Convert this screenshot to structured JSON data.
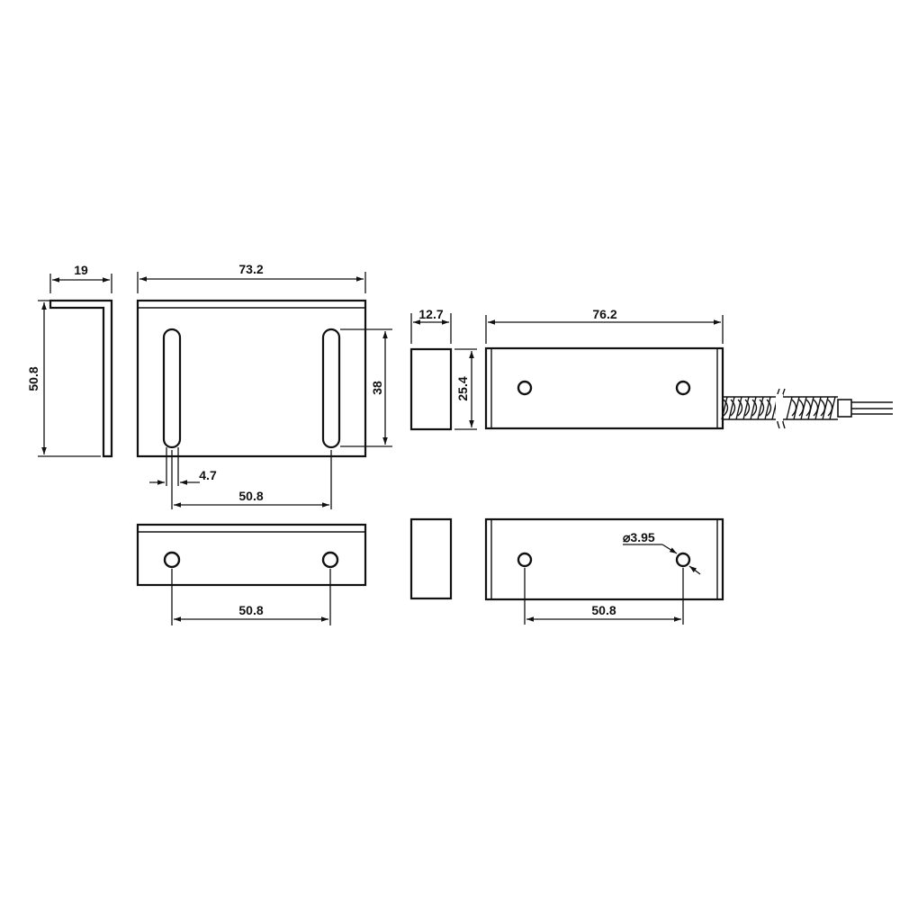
{
  "dimensions": {
    "bracket_width": "19",
    "bracket_height": "50.8",
    "plate_width": "73.2",
    "slot_height": "38",
    "slot_width": "4.7",
    "slot_spacing": "50.8",
    "bottom_hole_spacing_left": "50.8",
    "magnet_width": "12.7",
    "magnet_height": "25.4",
    "switch_length": "76.2",
    "hole_diameter": "⌀3.95",
    "bottom_hole_spacing_right": "50.8"
  }
}
